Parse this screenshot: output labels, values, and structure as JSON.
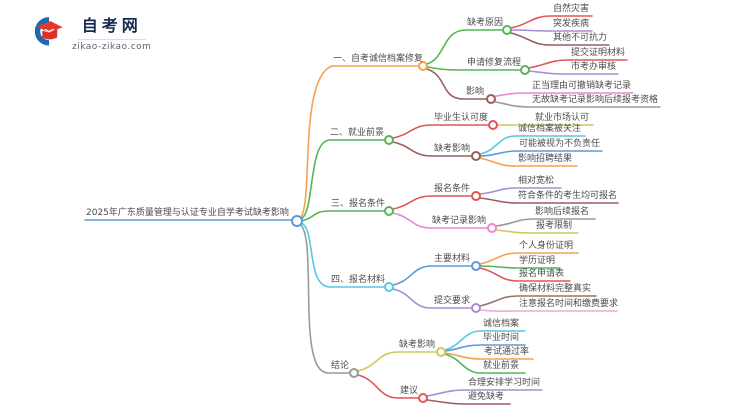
{
  "logo": {
    "title": "自考网",
    "domain": "zikao-zikao.com"
  },
  "palette": {
    "blue": "#5b9bd5",
    "orange": "#f7a04e",
    "green": "#55b555",
    "cyan": "#55c8e6",
    "gray": "#9a9a9a",
    "red": "#e15654",
    "purple": "#a88cd6",
    "maroon": "#9e5c5c",
    "pink": "#ed87ce",
    "lightpink": "#f2a7d9",
    "olive": "#cdc95e",
    "brown": "#9c7262",
    "text": "#4c4c4c",
    "logo_blue": "#1d6ab0",
    "logo_red": "#e23a2e"
  },
  "mindmap": {
    "root": {
      "label": "2025年广东质量管理与认证专业自学考试缺考影响"
    },
    "branches": [
      {
        "label": "一、自考诚信档案修复",
        "children": [
          {
            "label": "缺考原因",
            "children": [
              {
                "label": "自然灾害"
              },
              {
                "label": "突发疾病"
              },
              {
                "label": "其他不可抗力"
              }
            ]
          },
          {
            "label": "申请修复流程",
            "children": [
              {
                "label": "提交证明材料"
              },
              {
                "label": "市考办审核"
              }
            ]
          },
          {
            "label": "影响",
            "children": [
              {
                "label": "正当理由可撤销缺考记录"
              },
              {
                "label": "无故缺考记录影响后续报考资格"
              }
            ]
          }
        ]
      },
      {
        "label": "二、就业前景",
        "children": [
          {
            "label": "毕业生认可度",
            "children": [
              {
                "label": "就业市场认可"
              }
            ]
          },
          {
            "label": "缺考影响",
            "children": [
              {
                "label": "诚信档案被关注"
              },
              {
                "label": "可能被视为不负责任"
              },
              {
                "label": "影响招聘结果"
              }
            ]
          }
        ]
      },
      {
        "label": "三、报名条件",
        "children": [
          {
            "label": "报名条件",
            "children": [
              {
                "label": "相对宽松"
              },
              {
                "label": "符合条件的考生均可报名"
              }
            ]
          },
          {
            "label": "缺考记录影响",
            "children": [
              {
                "label": "影响后续报名"
              },
              {
                "label": "报考限制"
              }
            ]
          }
        ]
      },
      {
        "label": "四、报名材料",
        "children": [
          {
            "label": "主要材料",
            "children": [
              {
                "label": "个人身份证明"
              },
              {
                "label": "学历证明"
              },
              {
                "label": "报名申请表"
              }
            ]
          },
          {
            "label": "提交要求",
            "children": [
              {
                "label": "确保材料完整真实"
              },
              {
                "label": "注意报名时间和缴费要求"
              }
            ]
          }
        ]
      },
      {
        "label": "结论",
        "children": [
          {
            "label": "缺考影响",
            "children": [
              {
                "label": "诚信档案"
              },
              {
                "label": "毕业时间"
              },
              {
                "label": "考试通过率"
              },
              {
                "label": "就业前景"
              }
            ]
          },
          {
            "label": "建议",
            "children": [
              {
                "label": "合理安排学习时间"
              },
              {
                "label": "避免缺考"
              }
            ]
          }
        ]
      }
    ]
  }
}
